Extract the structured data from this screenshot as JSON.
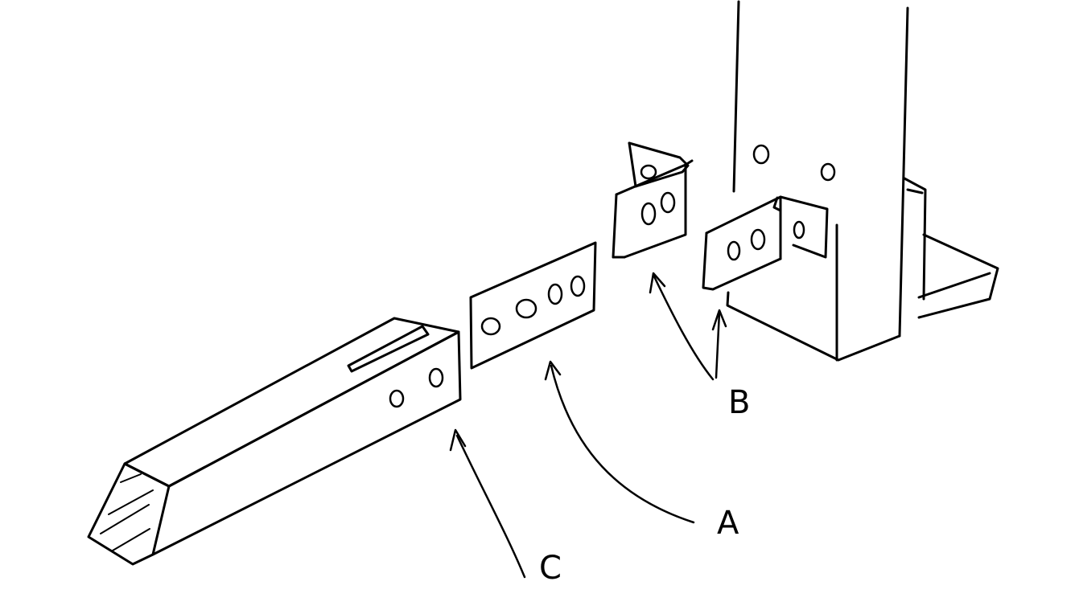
{
  "colors": {
    "ink": "#000000",
    "paper": "#ffffff"
  },
  "labels": {
    "a": "A",
    "b": "B",
    "c": "C"
  }
}
